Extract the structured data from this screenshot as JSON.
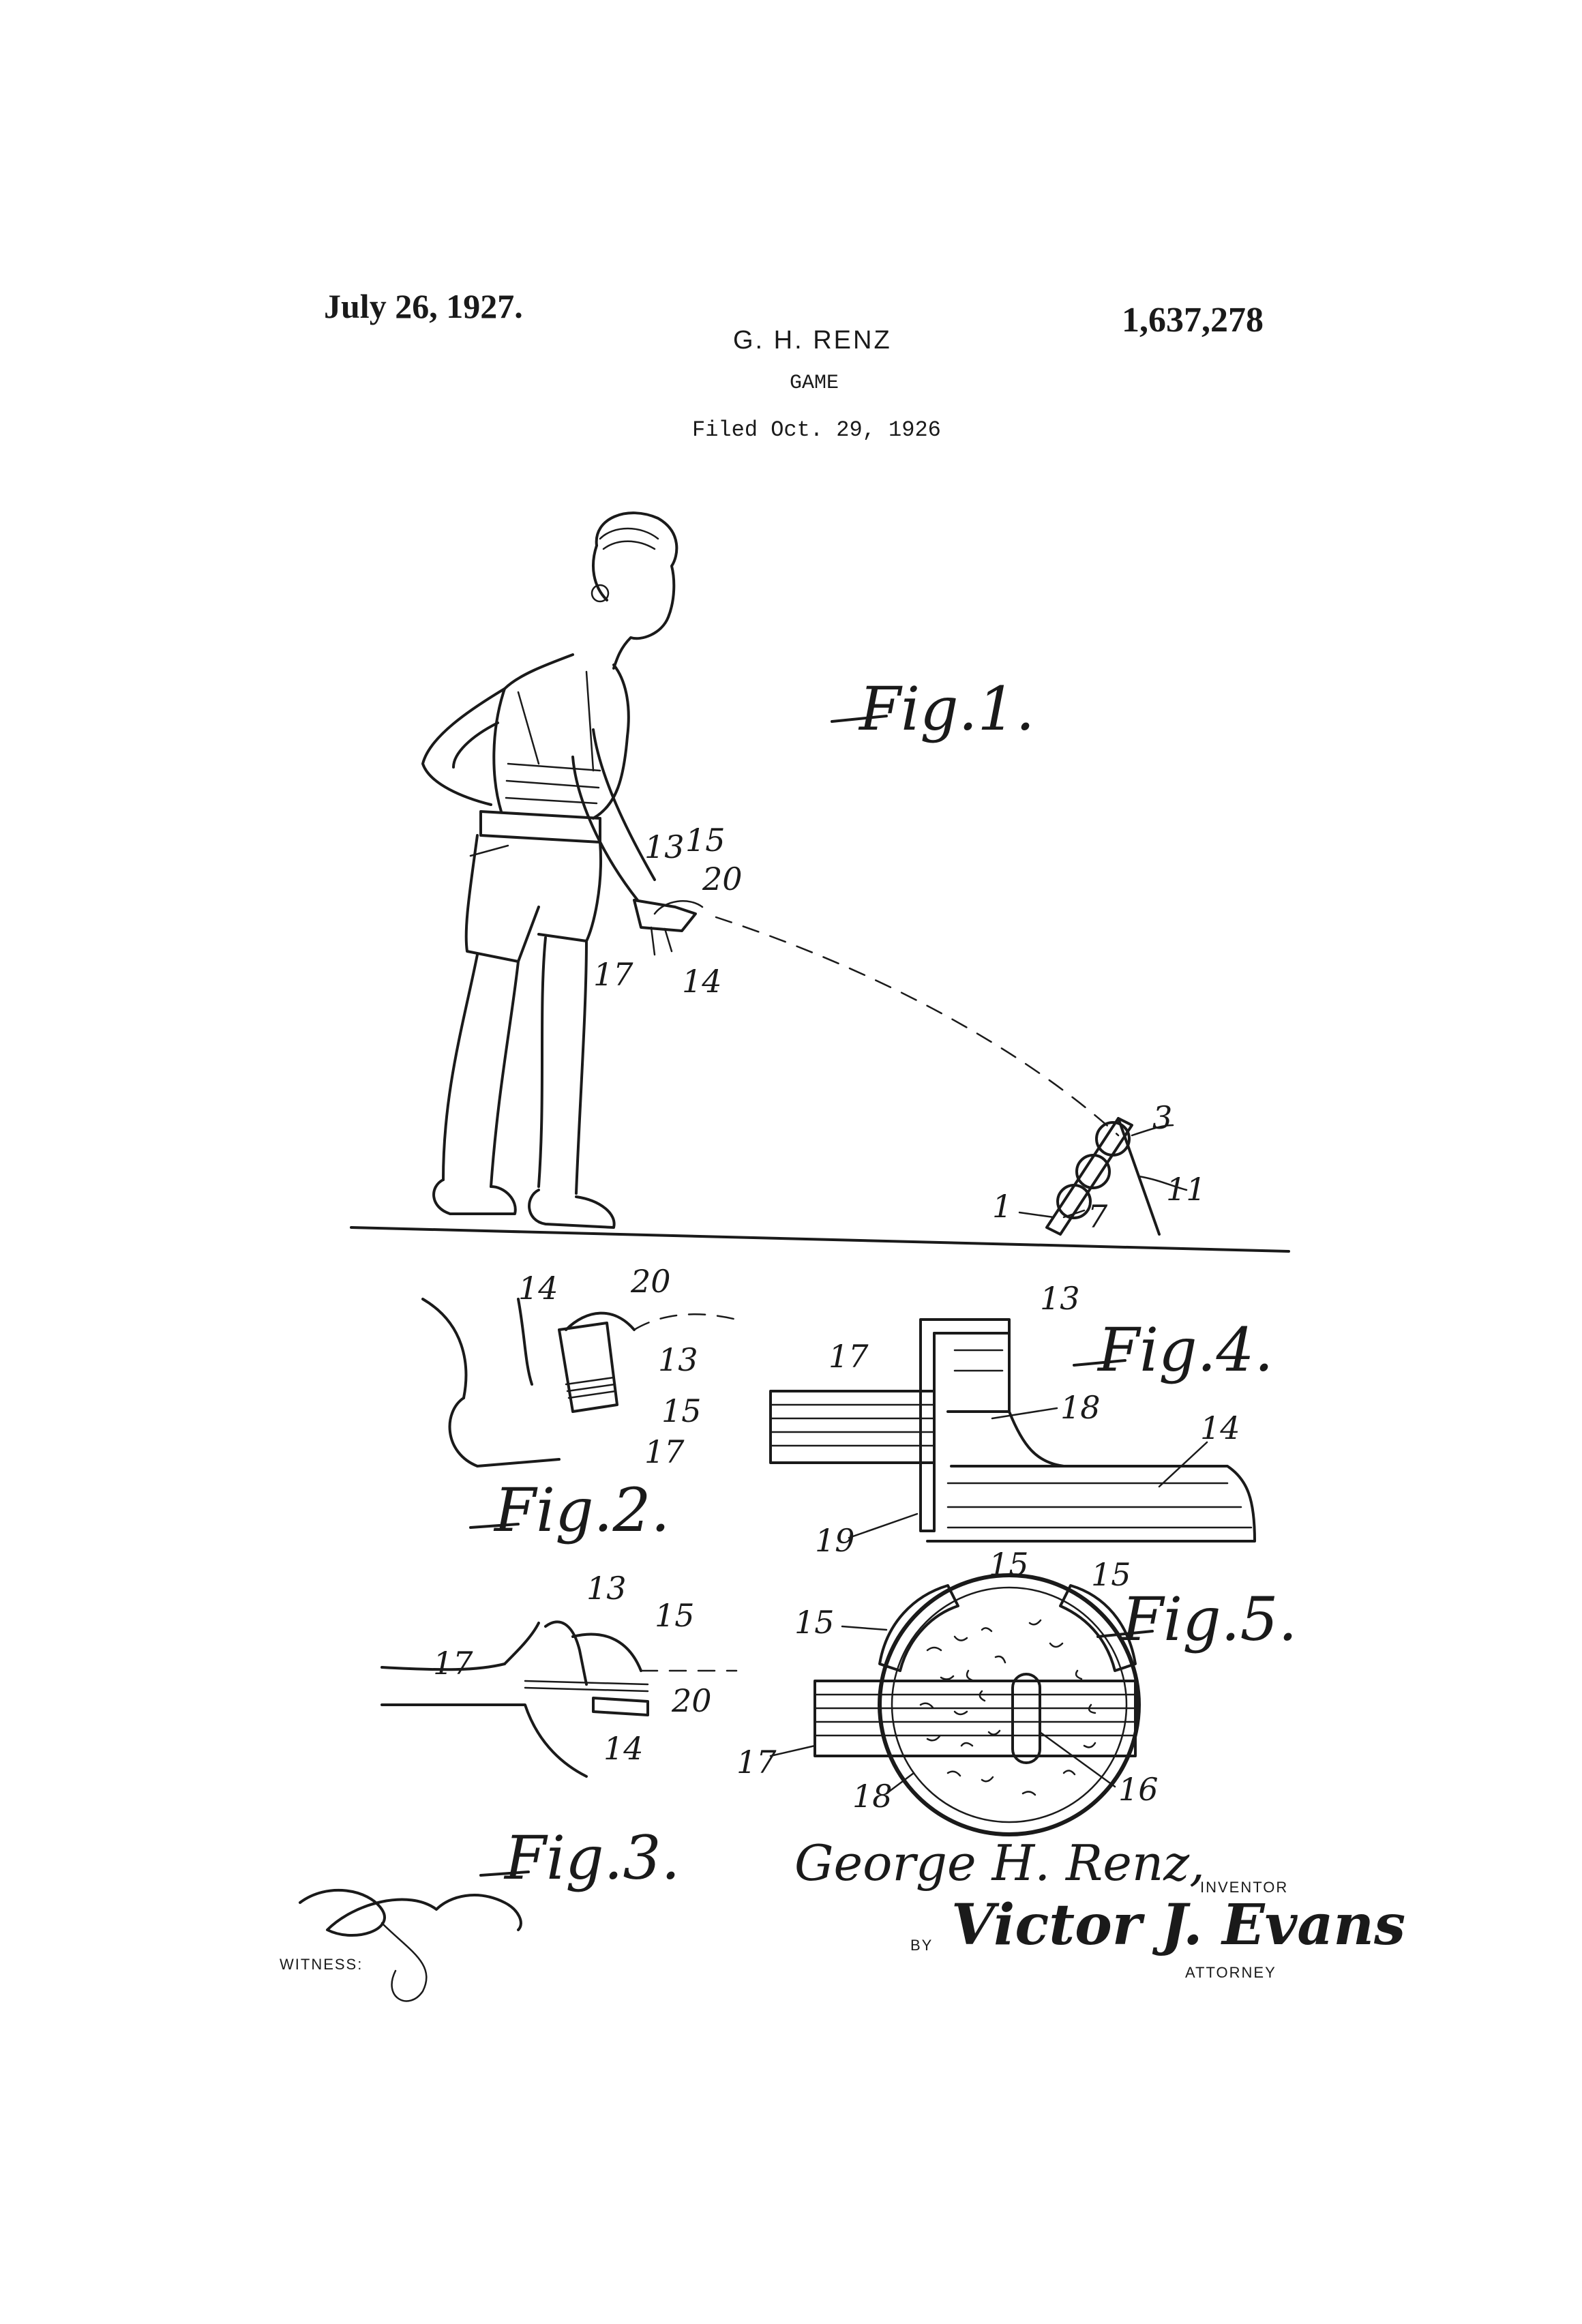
{
  "header": {
    "date": "July 26, 1927.",
    "patent_number": "1,637,278",
    "inventor_name": "G. H. RENZ",
    "title": "GAME",
    "filed": "Filed Oct. 29, 1926"
  },
  "figures": {
    "fig1": {
      "label": "Fig.1.",
      "refs": [
        "13",
        "15",
        "20",
        "17",
        "14",
        "3",
        "11",
        "1",
        "7"
      ]
    },
    "fig2": {
      "label": "Fig.2.",
      "refs": [
        "14",
        "20",
        "13",
        "15",
        "17"
      ]
    },
    "fig3": {
      "label": "Fig.3.",
      "refs": [
        "13",
        "15",
        "17",
        "20",
        "14"
      ]
    },
    "fig4": {
      "label": "Fig.4.",
      "refs": [
        "13",
        "17",
        "18",
        "14",
        "19"
      ]
    },
    "fig5": {
      "label": "Fig.5.",
      "refs": [
        "15",
        "15",
        "15",
        "17",
        "18",
        "16"
      ]
    }
  },
  "signatures": {
    "inventor_signature": "George H. Renz,",
    "inventor_label": "INVENTOR",
    "by_label": "BY",
    "attorney_signature": "Victor J. Evans",
    "attorney_label": "ATTORNEY",
    "witness_label": "WITNESS:"
  }
}
